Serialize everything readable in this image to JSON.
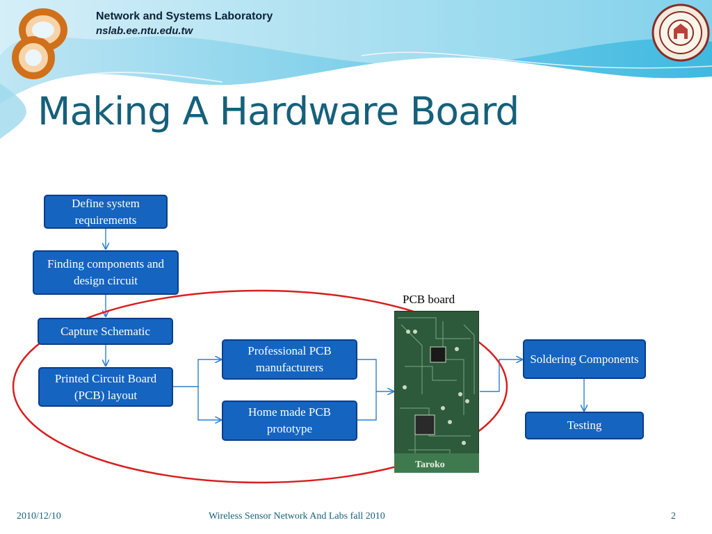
{
  "header": {
    "lab_name": "Network and Systems Laboratory",
    "lab_url": "nslab.ee.ntu.edu.tw"
  },
  "slide": {
    "title": "Making A Hardware Board"
  },
  "diagram": {
    "steps": {
      "define": "Define system requirements",
      "finding": "Finding components and design circuit",
      "capture": "Capture Schematic",
      "layout": "Printed Circuit Board (PCB) layout",
      "professional": "Professional PCB manufacturers",
      "homemade": "Home made PCB prototype",
      "soldering": "Soldering Components",
      "testing": "Testing"
    },
    "pcb_label": "PCB board",
    "pcb_silkscreen": "Taroko"
  },
  "footer": {
    "date": "2010/12/10",
    "course": "Wireless Sensor Network And Labs fall 2010",
    "page": "2"
  },
  "colors": {
    "box_fill": "#1564c0",
    "title": "#16607a",
    "highlight_ellipse": "#d81e1e",
    "pcb_green": "#2d5a3a"
  }
}
